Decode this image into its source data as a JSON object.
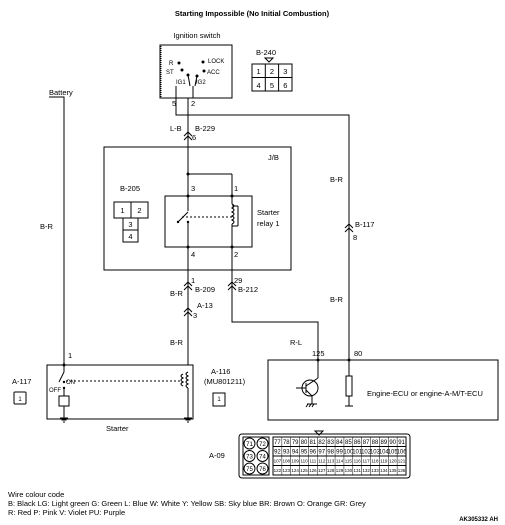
{
  "title": "Starting Impossible (No Initial Combustion)",
  "ignition": {
    "label": "Ignition switch",
    "positions": [
      "R",
      "ST",
      "LOCK",
      "ACC",
      "IG1",
      "IG2"
    ],
    "pins": [
      "5",
      "2"
    ]
  },
  "connector_b240": {
    "label": "B-240",
    "cells": [
      "1",
      "2",
      "3",
      "4",
      "5",
      "6"
    ]
  },
  "battery": {
    "label": "Battery"
  },
  "wires": {
    "lb": "L-B",
    "b229": "B-229",
    "b229_pin": "6",
    "br_battery": "B-R",
    "br_right": "B-R",
    "b117": "B-117",
    "b117_pin": "8",
    "br_right_lower": "B-R",
    "b209_pin": "1",
    "b209": "B-209",
    "b212_pin": "29",
    "b212": "B-212",
    "br_mid": "B-R",
    "a13": "A-13",
    "a13_pin": "3",
    "br_lower": "B-R",
    "rl": "R-L",
    "ecu_pin_125": "125",
    "ecu_pin_80": "80",
    "starter_pin": "1"
  },
  "junction_block": {
    "label": "J/B",
    "pins": [
      "3",
      "1",
      "4",
      "2"
    ],
    "relay_label_1": "Starter",
    "relay_label_2": "relay 1"
  },
  "connector_b205": {
    "label": "B-205",
    "cells": [
      "1",
      "2",
      "3",
      "4"
    ]
  },
  "starter": {
    "label": "Starter",
    "connector": "A-117",
    "connector_pin": "1",
    "on": "ON",
    "off": "OFF"
  },
  "connector_a116": {
    "label": "A-116",
    "part": "(MU801211)",
    "pin": "1"
  },
  "ecu": {
    "label": "Engine-ECU or engine-A-M/T-ECU"
  },
  "connector_a09": {
    "label": "A-09",
    "big_pins": [
      "71",
      "72",
      "73",
      "74",
      "75",
      "76"
    ],
    "row1": [
      "77",
      "78",
      "79",
      "80",
      "81",
      "82",
      "83",
      "84",
      "85",
      "86",
      "87",
      "88",
      "89",
      "90",
      "91"
    ],
    "row2": [
      "92",
      "93",
      "94",
      "95",
      "96",
      "97",
      "98",
      "99",
      "100",
      "101",
      "102",
      "103",
      "104",
      "105",
      "106"
    ],
    "row3": [
      "107",
      "108",
      "109",
      "110",
      "111",
      "112",
      "113",
      "114",
      "115",
      "116",
      "117",
      "118",
      "119",
      "120",
      "121"
    ],
    "row4": [
      "122",
      "123",
      "124",
      "125",
      "126",
      "127",
      "128",
      "129",
      "130",
      "131",
      "132",
      "133",
      "134",
      "135",
      "136"
    ]
  },
  "legend": {
    "heading": "Wire colour code",
    "line1": "B: Black  LG: Light green  G: Green  L: Blue  W: White  Y: Yellow  SB: Sky blue  BR: Brown  O: Orange  GR: Grey",
    "line2": "R: Red  P: Pink  V: Violet  PU: Purple"
  },
  "doc_id": "AK305332 AH"
}
